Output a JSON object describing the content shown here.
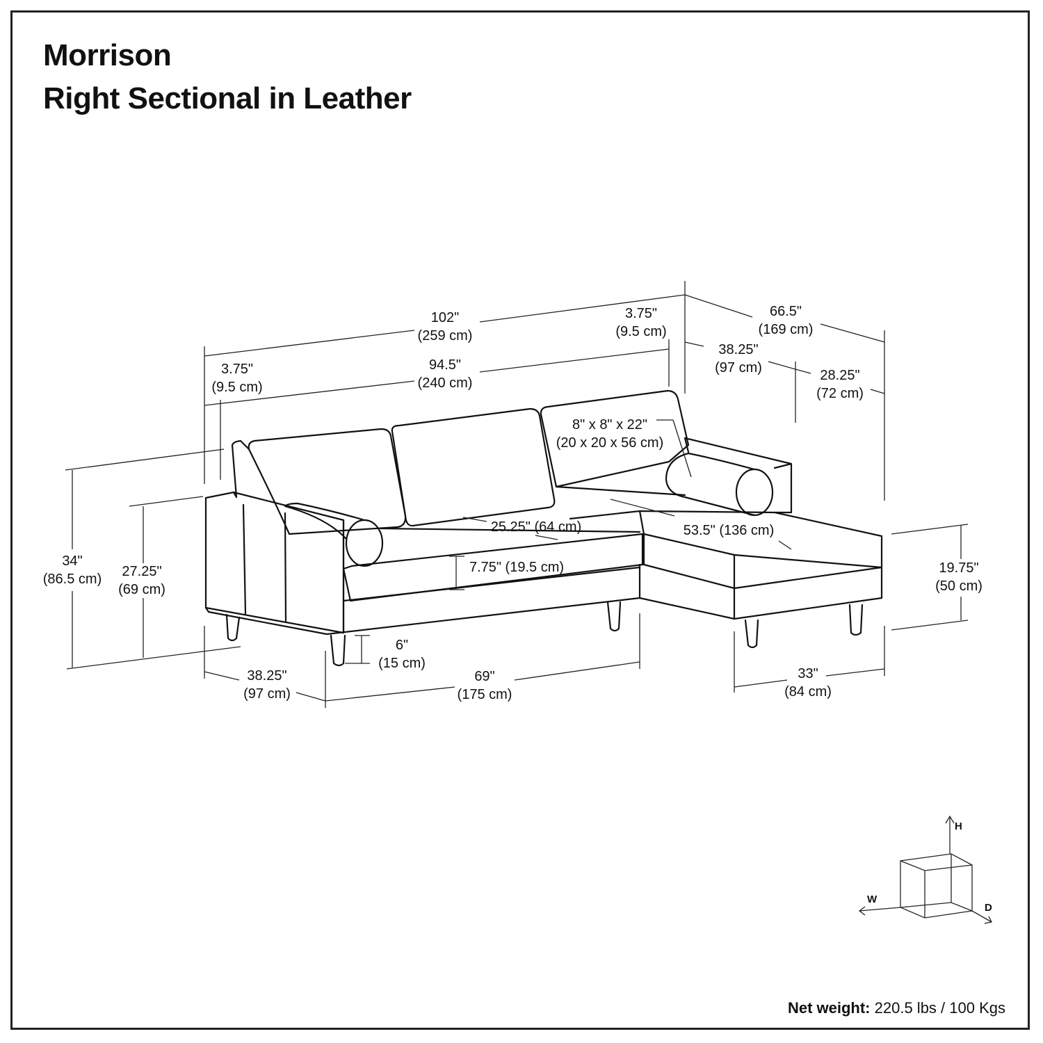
{
  "header": {
    "name": "Morrison",
    "product": "Right Sectional in Leather"
  },
  "dimensions": {
    "overall_width": {
      "imperial": "102\"",
      "metric": "(259 cm)"
    },
    "arm_width_right": {
      "imperial": "3.75\"",
      "metric": "(9.5 cm)"
    },
    "arm_width_left": {
      "imperial": "3.75\"",
      "metric": "(9.5 cm)"
    },
    "inner_width": {
      "imperial": "94.5\"",
      "metric": "(240 cm)"
    },
    "chaise_depth": {
      "imperial": "66.5\"",
      "metric": "(169 cm)"
    },
    "sofa_depth_top": {
      "imperial": "38.25\"",
      "metric": "(97 cm)"
    },
    "chaise_seat_depth": {
      "imperial": "28.25\"",
      "metric": "(72 cm)"
    },
    "bolster": {
      "imperial": "8\" x 8\" x 22\"",
      "metric": "(20 x 20 x 56 cm)"
    },
    "seat_depth": {
      "text": "25.25\" (64 cm)"
    },
    "chaise_length": {
      "text": "53.5\" (136 cm)"
    },
    "cushion_height": {
      "text": "7.75\" (19.5 cm)"
    },
    "overall_height": {
      "imperial": "34\"",
      "metric": "(86.5 cm)"
    },
    "arm_height": {
      "imperial": "27.25\"",
      "metric": "(69 cm)"
    },
    "seat_height": {
      "imperial": "19.75\"",
      "metric": "(50 cm)"
    },
    "leg_height": {
      "imperial": "6\"",
      "metric": "(15 cm)"
    },
    "sofa_depth_bottom": {
      "imperial": "38.25\"",
      "metric": "(97 cm)"
    },
    "sofa_length": {
      "imperial": "69\"",
      "metric": "(175 cm)"
    },
    "chaise_width": {
      "imperial": "33\"",
      "metric": "(84 cm)"
    }
  },
  "axes": {
    "h": "H",
    "w": "W",
    "d": "D"
  },
  "footer": {
    "weight_label": "Net weight:",
    "weight_value": "220.5 lbs / 100 Kgs"
  }
}
